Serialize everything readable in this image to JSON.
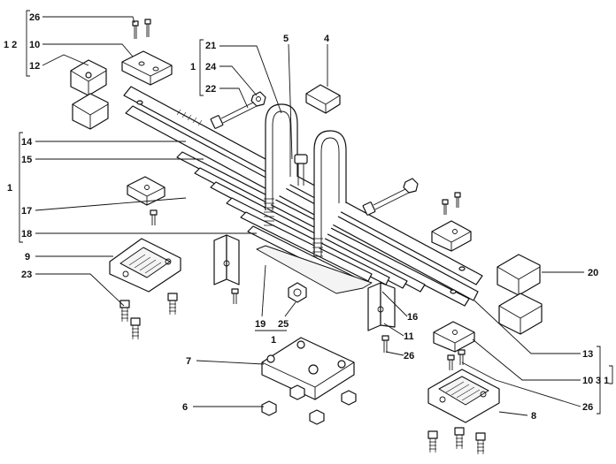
{
  "callouts": {
    "c26a": "26",
    "c10a": "10",
    "c12": "12",
    "g12": "1 2",
    "c21": "21",
    "c24": "24",
    "c22": "22",
    "g1a": "1",
    "c5": "5",
    "c4": "4",
    "c14": "14",
    "c15": "15",
    "c17": "17",
    "c18": "18",
    "g1b": "1",
    "c9": "9",
    "c23": "23",
    "c19": "19",
    "c25": "25",
    "g1c": "1",
    "c16": "16",
    "c11": "11",
    "c26b": "26",
    "c20": "20",
    "c13": "13",
    "c10b": "10",
    "g31": "3 1",
    "c26c": "26",
    "c7": "7",
    "c6": "6",
    "c8": "8"
  },
  "colors": {
    "ink": "#111111",
    "paper": "#ffffff"
  }
}
